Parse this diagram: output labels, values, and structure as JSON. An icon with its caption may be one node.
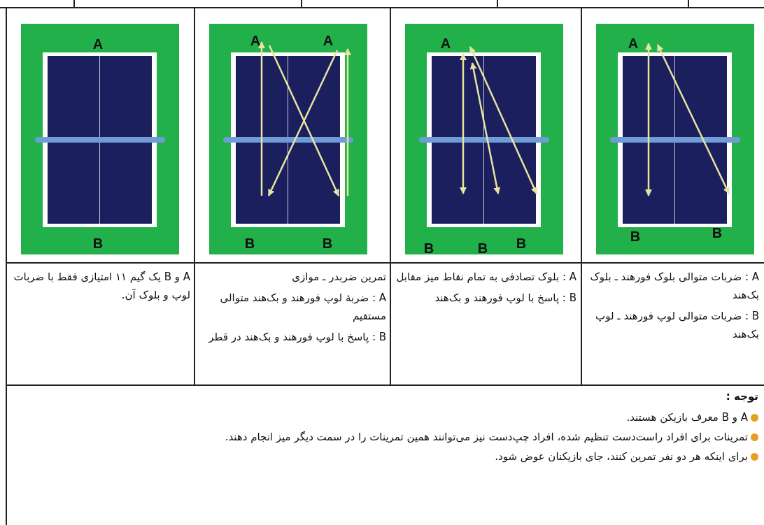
{
  "diagram": {
    "labels": [
      "A",
      "B",
      "B",
      "A",
      "B",
      "B",
      "B",
      "A",
      "A",
      "B",
      "B",
      "A",
      "B",
      "A : ضربات متوالی بلوک فورهند ـ بلوک بک‌هند",
      "B : ضربات متوالی لوپ فورهند ـ لوپ بک‌هند",
      "A : بلوک تصادفی به تمام نقاط میز مقابل",
      "B : پاسخ با لوپ فورهند و بک‌هند",
      "تمرین ضربدر ـ موازی",
      "A : ضربهٔ لوپ فورهند و بک‌هند متوالی مستقیم",
      "B : پاسخ با لوپ فورهند و بک‌هند در قطر",
      "A و B یک گیم ۱۱ امتیازی فقط با ضربات لوپ و بلوک آن.",
      "توجه :",
      "A و B معرف بازیکن هستند.",
      "تمرینات برای افراد راست‌دست تنظیم شده، افراد چپ‌دست نیز می‌توانند همین تمرینات را در سمت دیگر میز انجام دهند.",
      "برای اینکه هر دو نفر تمرین کنند، جای بازیکنان عوض شود."
    ]
  }
}
